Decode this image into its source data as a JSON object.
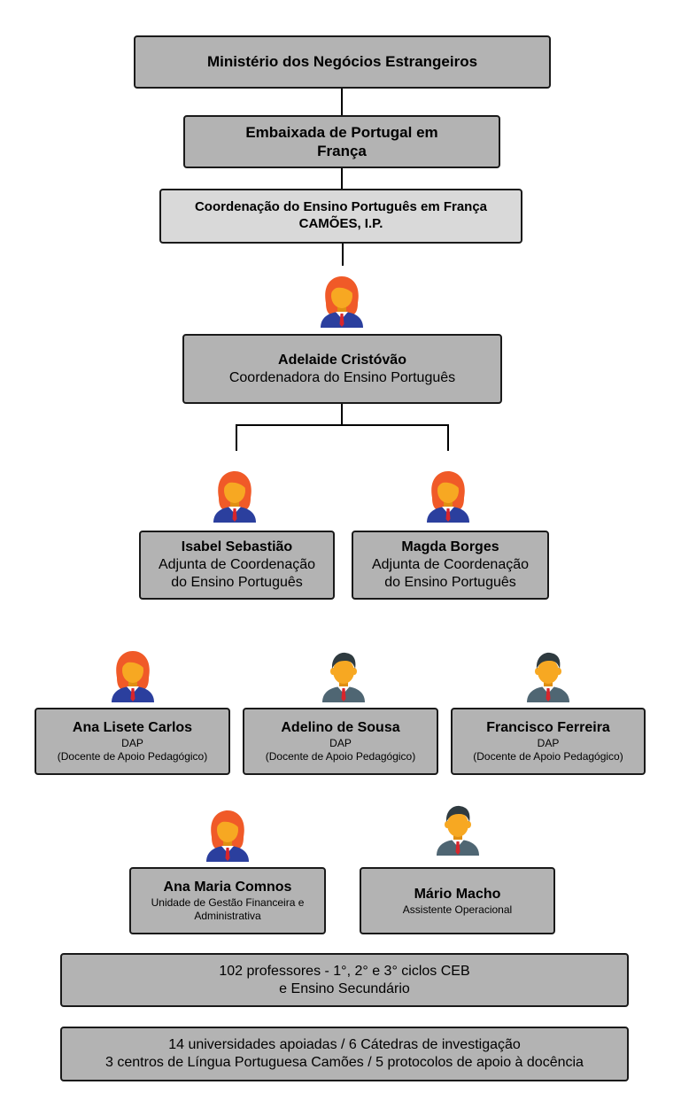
{
  "ministry": {
    "title": "Ministério dos Negócios Estrangeiros"
  },
  "embassy": {
    "title": "Embaixada de Portugal em França"
  },
  "coordination": {
    "line1": "Coordenação do Ensino Português em França",
    "line2": "CAMÕES, I.P."
  },
  "coordinator": {
    "name": "Adelaide Cristóvão",
    "role": "Coordenadora do Ensino Português",
    "avatar": "female-avatar-icon"
  },
  "deputies": [
    {
      "name": "Isabel Sebastião",
      "role_line1": "Adjunta de Coordenação",
      "role_line2": "do Ensino Português",
      "avatar": "female-avatar-icon"
    },
    {
      "name": "Magda Borges",
      "role_line1": "Adjunta de Coordenação",
      "role_line2": "do Ensino Português",
      "avatar": "female-avatar-icon"
    }
  ],
  "dap_staff": [
    {
      "name": "Ana Lisete Carlos",
      "role": "DAP",
      "detail": "(Docente de Apoio Pedagógico)",
      "avatar": "female-avatar-icon"
    },
    {
      "name": "Adelino de Sousa",
      "role": "DAP",
      "detail": "(Docente de Apoio Pedagógico)",
      "avatar": "male-avatar-icon"
    },
    {
      "name": "Francisco Ferreira",
      "role": "DAP",
      "detail": "(Docente de Apoio Pedagógico)",
      "avatar": "male-avatar-icon"
    }
  ],
  "support_staff": [
    {
      "name": "Ana Maria Comnos",
      "role_line1": "Unidade de Gestão Financeira e",
      "role_line2": "Administrativa",
      "avatar": "female-avatar-icon"
    },
    {
      "name": "Mário Macho",
      "role_line1": "Assistente Operacional",
      "role_line2": "",
      "avatar": "male-avatar-icon"
    }
  ],
  "teachers": {
    "line1": "102 professores - 1°, 2° e 3° ciclos CEB",
    "line2": "e Ensino Secundário"
  },
  "universities": {
    "line1": "14 universidades apoiadas / 6 Cátedras de investigação",
    "line2": "3 centros de Língua Portuguesa Camões / 5 protocolos de apoio à docência"
  },
  "colors": {
    "box_fill": "#b3b3b3",
    "box_fill_light": "#d9d9d9",
    "border": "#1a1a1a",
    "hair": "#f05a28",
    "skin": "#f7a822",
    "female_suit": "#2b3f9e",
    "male_suit": "#4f6673",
    "male_hair": "#2f3b40",
    "tie": "#d8262c"
  }
}
